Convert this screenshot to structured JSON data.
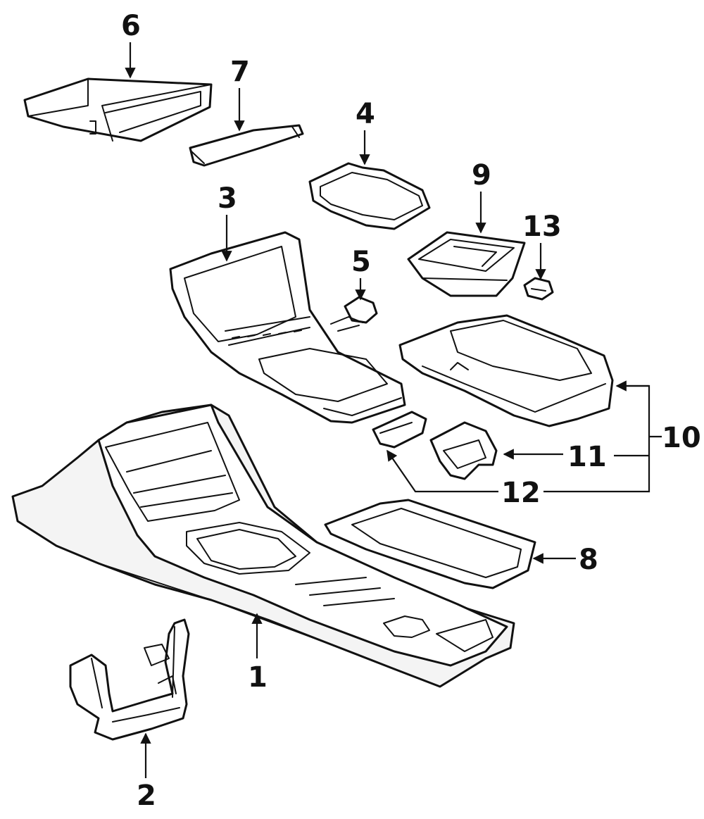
{
  "colors": {
    "line": "#111111",
    "background": "#ffffff",
    "shade": "#f4f4f4"
  },
  "callouts": [
    {
      "id": "1",
      "label": "1"
    },
    {
      "id": "2",
      "label": "2"
    },
    {
      "id": "3",
      "label": "3"
    },
    {
      "id": "4",
      "label": "4"
    },
    {
      "id": "5",
      "label": "5"
    },
    {
      "id": "6",
      "label": "6"
    },
    {
      "id": "7",
      "label": "7"
    },
    {
      "id": "8",
      "label": "8"
    },
    {
      "id": "9",
      "label": "9"
    },
    {
      "id": "10",
      "label": "10"
    },
    {
      "id": "11",
      "label": "11"
    },
    {
      "id": "12",
      "label": "12"
    },
    {
      "id": "13",
      "label": "13"
    }
  ]
}
